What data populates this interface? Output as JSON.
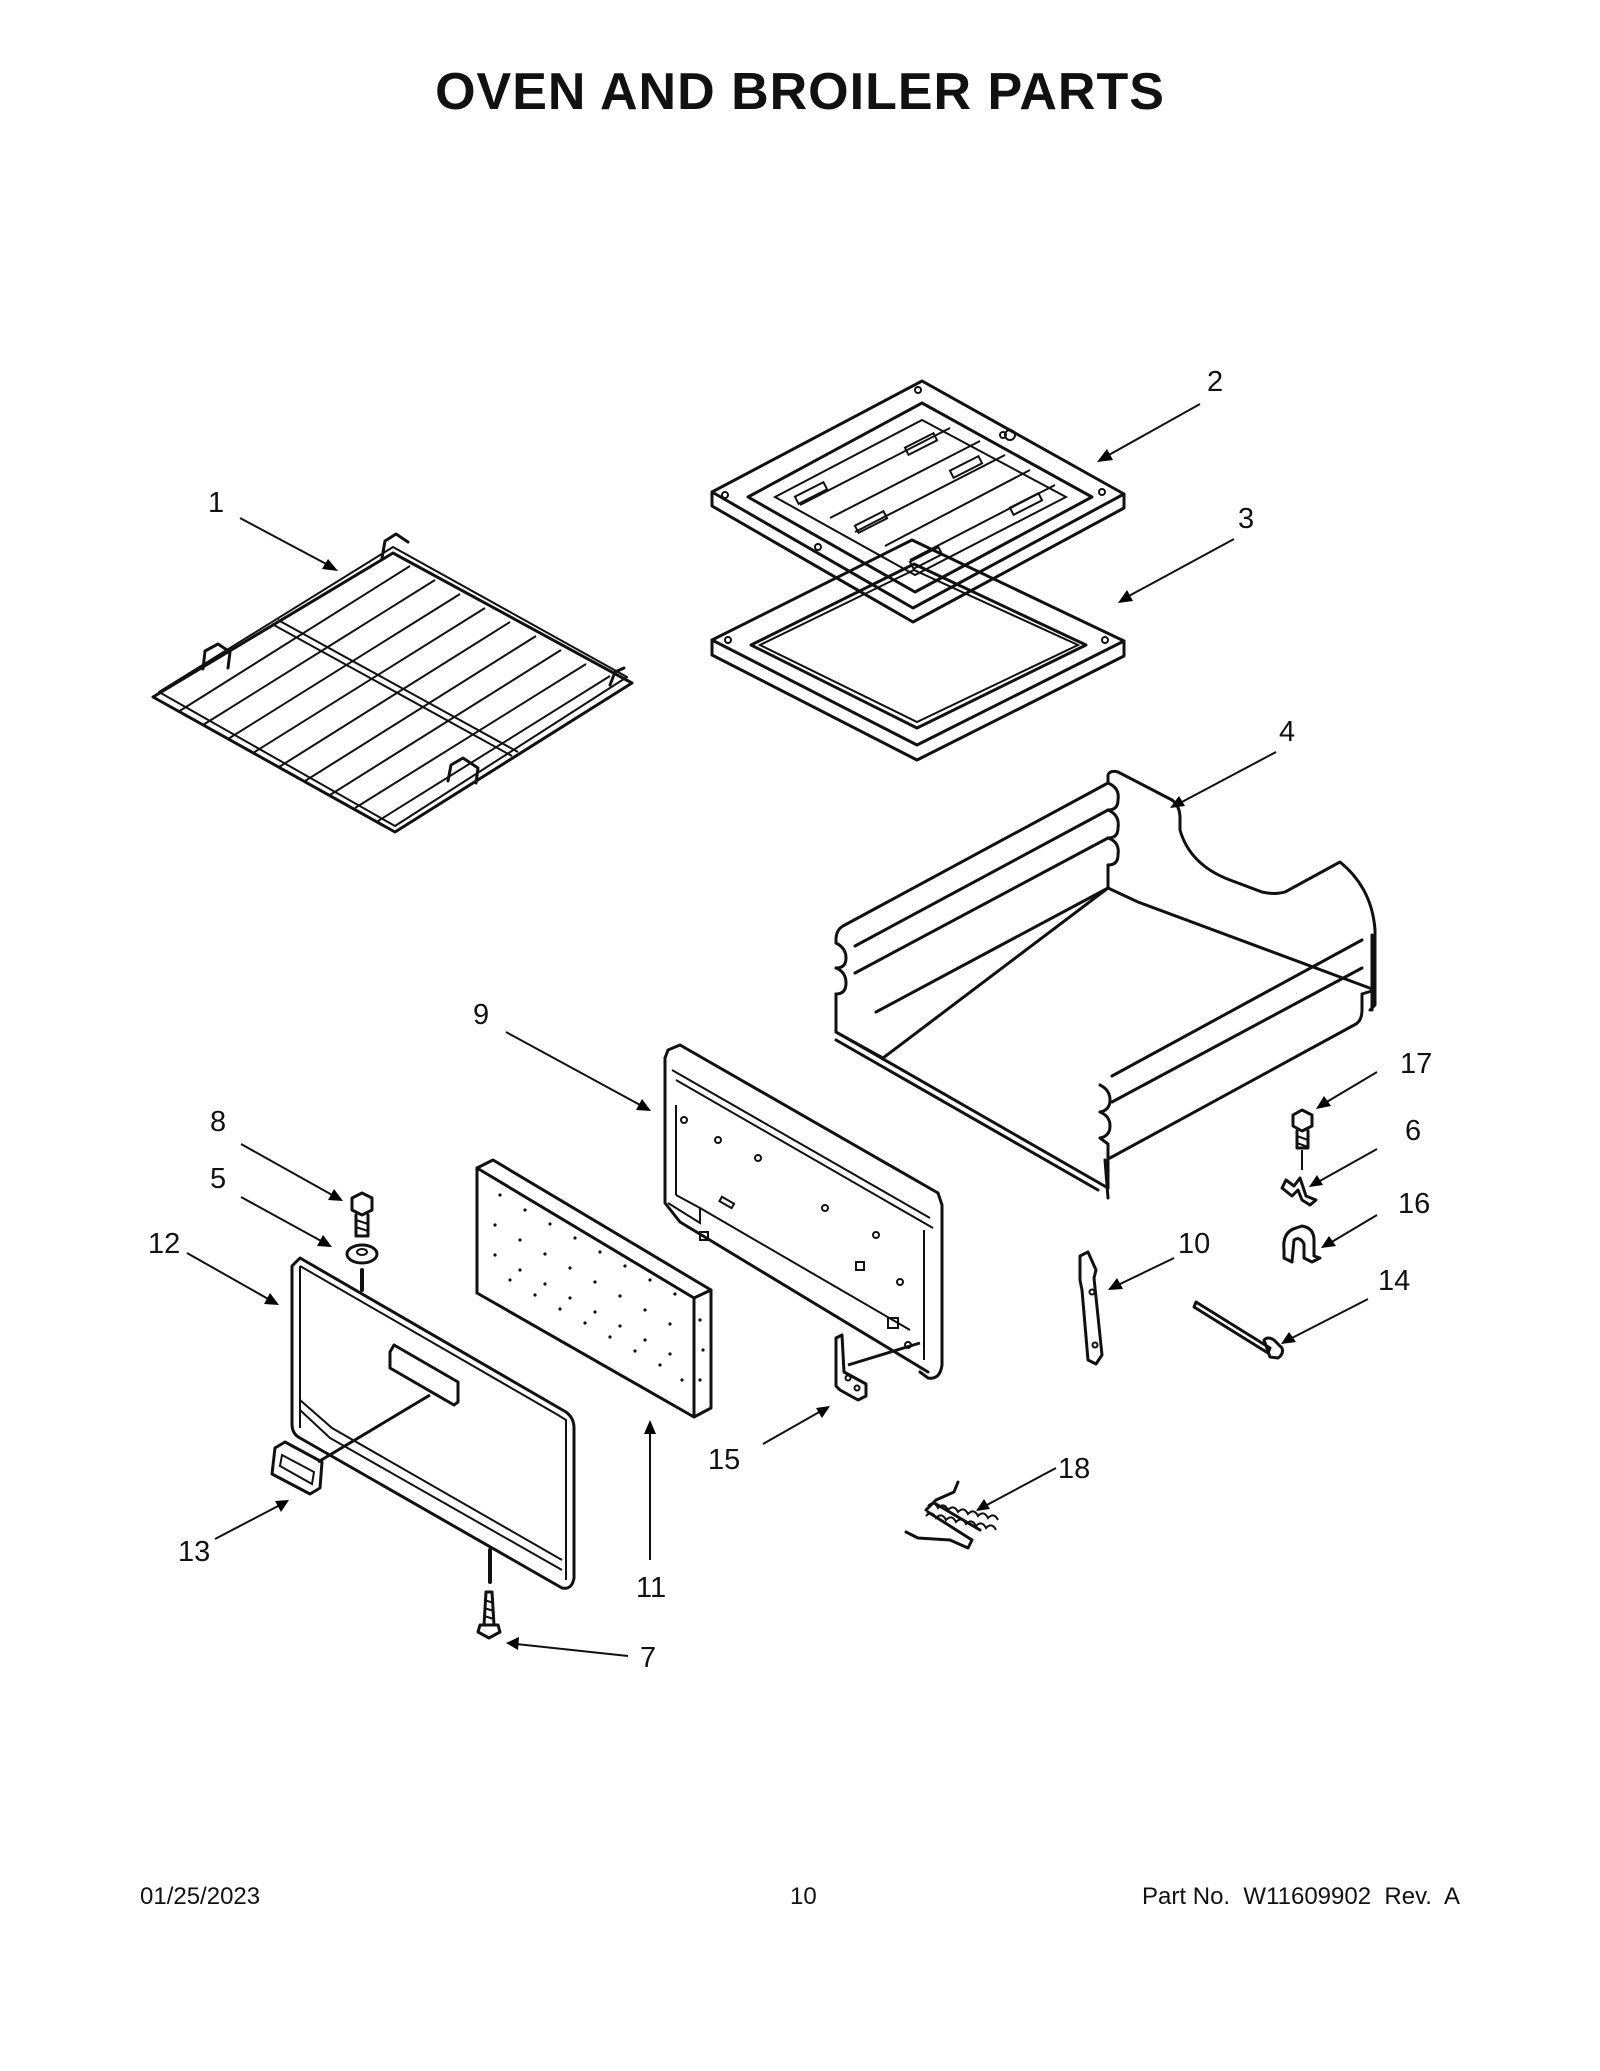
{
  "title": "OVEN AND BROILER PARTS",
  "callouts": [
    {
      "id": "1",
      "part": "oven-rack"
    },
    {
      "id": "2",
      "part": "broiler-pan"
    },
    {
      "id": "3",
      "part": "broiler-pan-bottom"
    },
    {
      "id": "4",
      "part": "drawer-rack"
    },
    {
      "id": "5",
      "part": "washer"
    },
    {
      "id": "6",
      "part": "clip"
    },
    {
      "id": "7",
      "part": "screw"
    },
    {
      "id": "8",
      "part": "bolt"
    },
    {
      "id": "9",
      "part": "drawer-liner"
    },
    {
      "id": "10",
      "part": "drawer-slide-arm"
    },
    {
      "id": "11",
      "part": "insulation"
    },
    {
      "id": "12",
      "part": "drawer-front-panel"
    },
    {
      "id": "13",
      "part": "handle"
    },
    {
      "id": "14",
      "part": "rod"
    },
    {
      "id": "15",
      "part": "bracket"
    },
    {
      "id": "16",
      "part": "retainer-clip"
    },
    {
      "id": "17",
      "part": "screw"
    },
    {
      "id": "18",
      "part": "spring"
    }
  ],
  "footer": {
    "date": "01/25/2023",
    "page": "10",
    "part_no": "Part No.  W11609902  Rev.  A"
  }
}
